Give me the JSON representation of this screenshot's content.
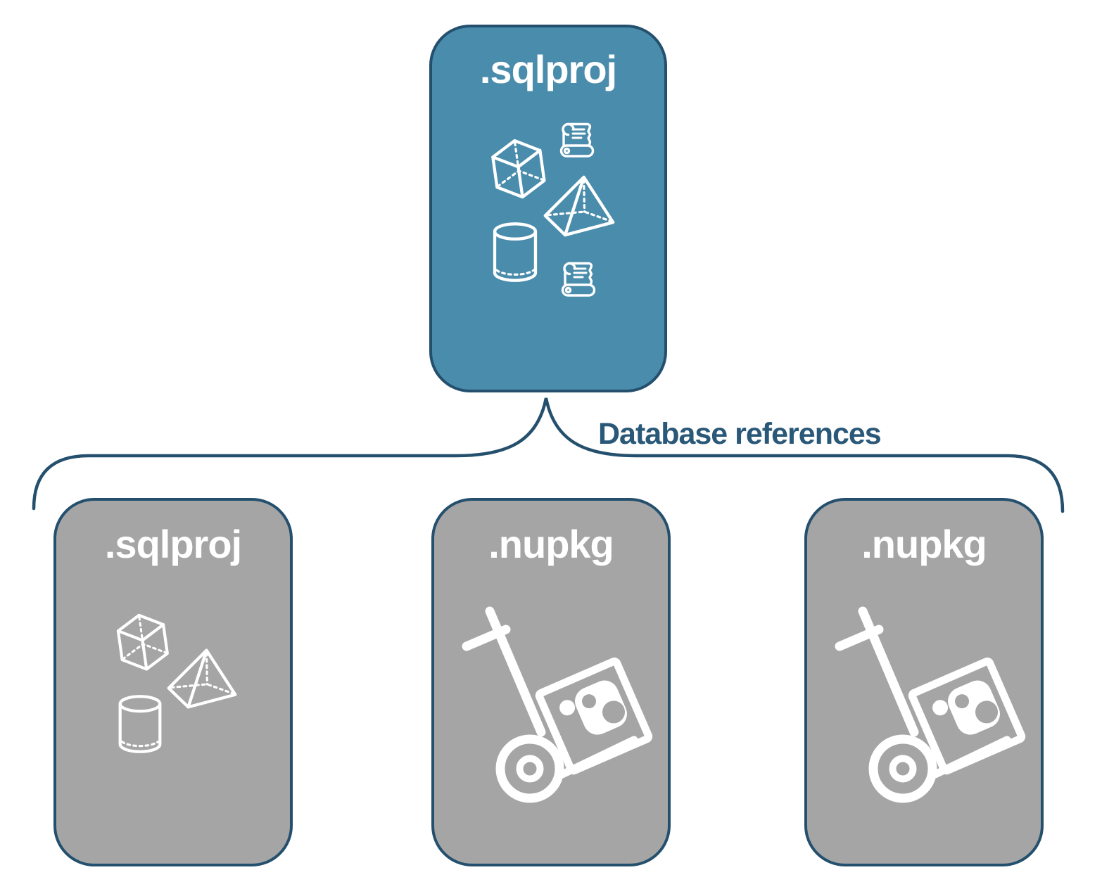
{
  "root_node": {
    "label": ".sqlproj",
    "fill": "#4A8CAC",
    "icons": [
      "cube-3d",
      "script-scroll",
      "pyramid-3d",
      "database-cylinder",
      "script-scroll"
    ]
  },
  "connector": {
    "label": "Database references",
    "color": "#2A5878"
  },
  "child_nodes": [
    {
      "label": ".sqlproj",
      "fill": "#A5A5A5",
      "icons": [
        "cube-3d",
        "pyramid-3d",
        "database-cylinder"
      ]
    },
    {
      "label": ".nupkg",
      "fill": "#A5A5A5",
      "icons": [
        "nuget-package-hand-truck"
      ]
    },
    {
      "label": ".nupkg",
      "fill": "#A5A5A5",
      "icons": [
        "nuget-package-hand-truck"
      ]
    }
  ],
  "colors": {
    "node_border": "#24506E",
    "icon_stroke": "#FFFFFF",
    "label_text": "#FFFFFF",
    "background": "#FFFFFF"
  }
}
